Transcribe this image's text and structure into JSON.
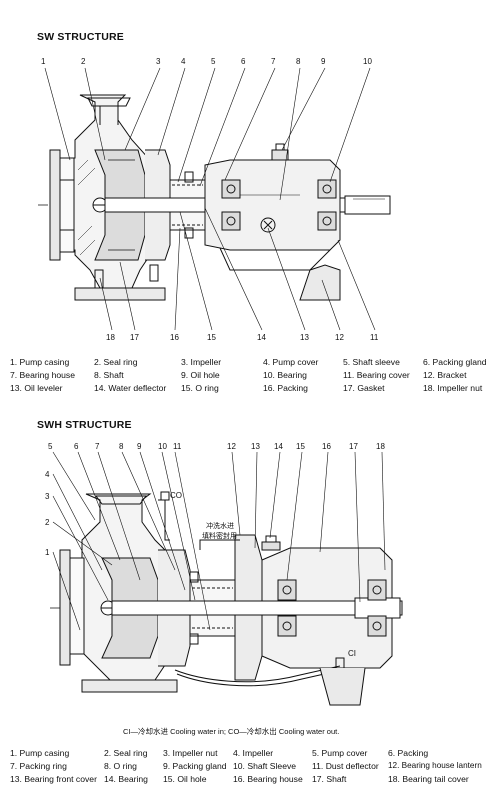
{
  "sw": {
    "title": "SW STRUCTURE",
    "callouts_top": [
      "1",
      "2",
      "3",
      "4",
      "5",
      "6",
      "7",
      "8",
      "9",
      "10"
    ],
    "callouts_bottom": [
      "18",
      "17",
      "16",
      "15",
      "14",
      "13",
      "12",
      "11"
    ],
    "legend": [
      [
        "1. Pump casing",
        "2. Seal ring",
        "3. Impeller",
        "4. Pump cover",
        "5. Shaft sleeve",
        "6. Packing gland"
      ],
      [
        "7. Bearing house",
        "8. Shaft",
        "9. Oil hole",
        "10. Bearing",
        "11. Bearing cover",
        "12. Bracket"
      ],
      [
        "13. Oil leveler",
        "14. Water deflector",
        "15. O ring",
        "16. Packing",
        "17. Gasket",
        "18. Impeller nut"
      ]
    ]
  },
  "swh": {
    "title": "SWH STRUCTURE",
    "callouts_top": [
      "5",
      "6",
      "7",
      "8",
      "9",
      "10",
      "11",
      "12",
      "13",
      "14",
      "15",
      "16",
      "17",
      "18"
    ],
    "callouts_left": [
      "4",
      "3",
      "2",
      "1"
    ],
    "co_label": "CO",
    "ci_label": "CI",
    "annotation_line1": "冲洗水进",
    "annotation_line2": "填料密封用",
    "cooling_note": "CI—冷却水进 Cooling water in;  CO—冷却水出 Cooling water out.",
    "legend": [
      [
        "1. Pump casing",
        "2. Seal ring",
        "3. Impeller nut",
        "4. Impeller",
        "5. Pump cover",
        "6. Packing"
      ],
      [
        "7. Packing ring",
        "8. O ring",
        "9. Packing gland",
        "10. Shaft Sleeve",
        "11. Dust deflector",
        "12. Bearing house lantern"
      ],
      [
        "13. Bearing front cover",
        "14. Bearing",
        "15. Oil hole",
        "16. Bearing house",
        "17. Shaft",
        "18. Bearing tail cover"
      ]
    ]
  }
}
